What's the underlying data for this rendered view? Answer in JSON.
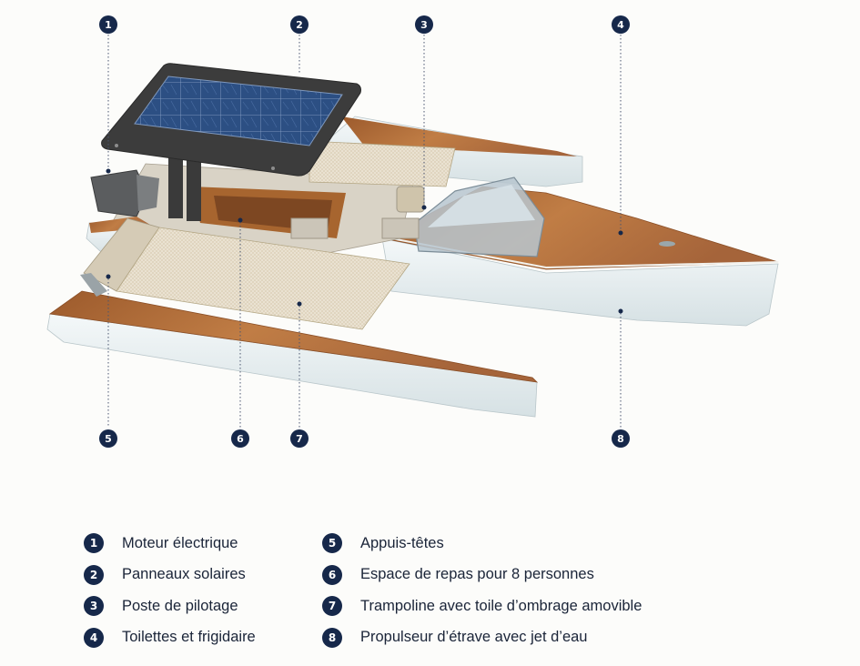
{
  "diagram": {
    "markers": [
      {
        "num": "1",
        "label": "Moteur électrique"
      },
      {
        "num": "2",
        "label": "Panneaux solaires"
      },
      {
        "num": "3",
        "label": "Poste de pilotage"
      },
      {
        "num": "4",
        "label": "Toilettes et frigidaire"
      },
      {
        "num": "5",
        "label": "Appuis-têtes"
      },
      {
        "num": "6",
        "label": "Espace de repas pour 8 personnes"
      },
      {
        "num": "7",
        "label": "Trampoline avec toile d’ombrage amovible"
      },
      {
        "num": "8",
        "label": "Propulseur d’étrave avec jet d’eau"
      }
    ],
    "colors": {
      "marker": "#16284a",
      "teak": "#b06f3a",
      "hull": "#e3ecee",
      "solar": "#2b4a7a",
      "frame": "#3b3b3b",
      "mesh": "#e6ddcc"
    }
  }
}
